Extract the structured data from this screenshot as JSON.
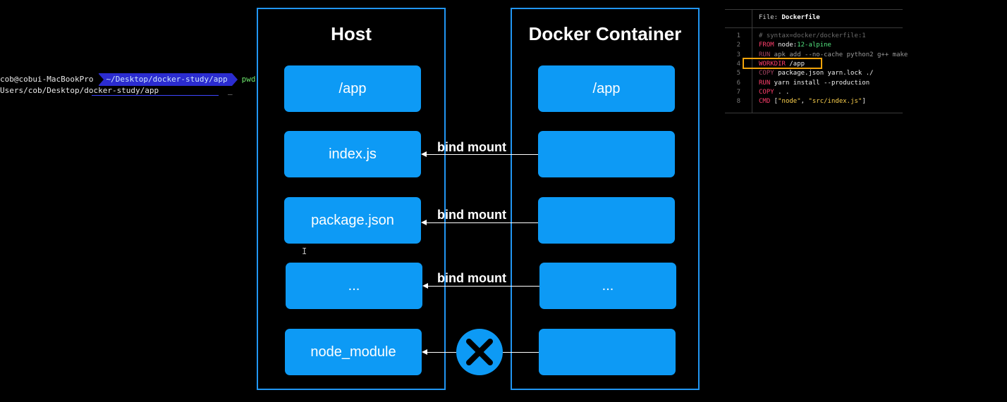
{
  "terminal": {
    "user_host": "cob@cobui-MacBookPro",
    "path": "~/Desktop/docker-study/app",
    "command": "pwd",
    "output": "Users/cob/Desktop/docker-study/app",
    "cursor": "_"
  },
  "text_cursor": "I",
  "diagram": {
    "host_title": "Host",
    "container_title": "Docker Container",
    "host_boxes": [
      "/app",
      "index.js",
      "package.json",
      "...",
      "node_module"
    ],
    "container_boxes": [
      "/app",
      "",
      "",
      "...",
      ""
    ],
    "bind_labels": [
      "bind mount",
      "bind mount",
      "bind mount"
    ]
  },
  "dockerfile": {
    "file_prefix": "File:",
    "file_name": "Dockerfile",
    "lines": [
      {
        "n": "1",
        "parts": [
          {
            "t": "# syntax=docker/dockerfile:1",
            "c": "c"
          }
        ]
      },
      {
        "n": "2",
        "parts": [
          {
            "t": "FROM",
            "c": "k"
          },
          {
            "t": " node:",
            "c": "t"
          },
          {
            "t": "12-alpine",
            "c": "v"
          }
        ]
      },
      {
        "n": "3",
        "parts": [
          {
            "t": "RUN",
            "c": "k-dim"
          },
          {
            "t": " apk add --no-cache python2 g++ make",
            "c": "t-dim"
          }
        ]
      },
      {
        "n": "4",
        "parts": [
          {
            "t": "WORKDIR",
            "c": "k"
          },
          {
            "t": " /app",
            "c": "t"
          }
        ]
      },
      {
        "n": "5",
        "parts": [
          {
            "t": "COPY",
            "c": "k-dim"
          },
          {
            "t": " package.json yarn.lock ./",
            "c": "t"
          }
        ]
      },
      {
        "n": "6",
        "parts": [
          {
            "t": "RUN",
            "c": "k"
          },
          {
            "t": " yarn install --production",
            "c": "t"
          }
        ]
      },
      {
        "n": "7",
        "parts": [
          {
            "t": "COPY",
            "c": "k"
          },
          {
            "t": " . .",
            "c": "t"
          }
        ]
      },
      {
        "n": "8",
        "parts": [
          {
            "t": "CMD",
            "c": "k"
          },
          {
            "t": " [",
            "c": "t"
          },
          {
            "t": "\"node\"",
            "c": "s"
          },
          {
            "t": ", ",
            "c": "t"
          },
          {
            "t": "\"src/index.js\"",
            "c": "s"
          },
          {
            "t": "]",
            "c": "t"
          }
        ]
      }
    ]
  },
  "colors": {
    "panel_border": "#2196f3",
    "box_fill": "#0d9af5",
    "highlight": "#f0a30a",
    "keyword": "#ff3e6c",
    "string": "#ffd34e",
    "version": "#52e27e"
  }
}
